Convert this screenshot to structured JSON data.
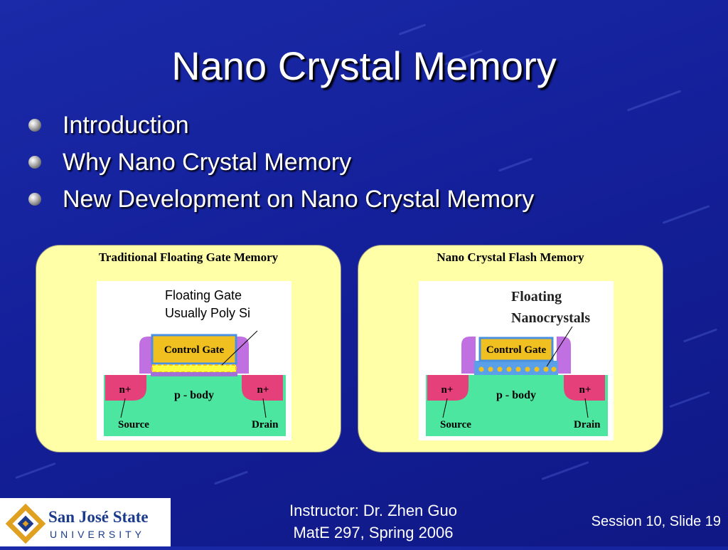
{
  "slide": {
    "title": "Nano Crystal Memory",
    "bullets": [
      "Introduction",
      "Why Nano Crystal Memory",
      "New Development on Nano Crystal Memory"
    ]
  },
  "panels": [
    {
      "title": "Traditional Floating Gate Memory",
      "callout_line1": "Floating Gate",
      "callout_line2": "Usually Poly Si",
      "control_gate": "Control Gate",
      "body": "p - body",
      "n_left": "n+",
      "n_right": "n+",
      "source": "Source",
      "drain": "Drain"
    },
    {
      "title": "Nano Crystal Flash Memory",
      "callout_line1": "Floating",
      "callout_line2": "Nanocrystals",
      "control_gate": "Control Gate",
      "body": "p - body",
      "n_left": "n+",
      "n_right": "n+",
      "source": "Source",
      "drain": "Drain"
    }
  ],
  "footer": {
    "logo_line1": "San José State",
    "logo_line2": "UNIVERSITY",
    "instructor": "Instructor: Dr. Zhen Guo",
    "course": "MatE 297, Spring 2006",
    "session": "Session 10, Slide 19"
  },
  "colors": {
    "background": "#1a2aa8",
    "panel": "#ffffa8",
    "body_green": "#4ce6a0",
    "n_region": "#e6407a",
    "control_gate": "#f0c020",
    "spacer": "#c070e0",
    "oxide": "#5aa0e8",
    "logo_gold": "#e0a020",
    "logo_blue": "#1a3a8a"
  }
}
